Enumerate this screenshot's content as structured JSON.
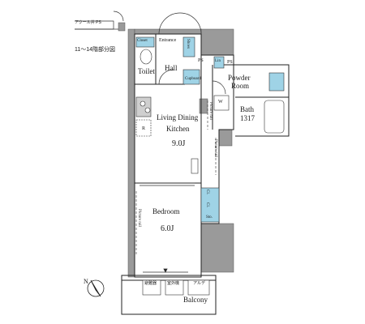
{
  "note": {
    "key_plan_caption": "11〜14階部分図",
    "key_plan_label": "アクール井 PS"
  },
  "rooms": {
    "entrance": "Entrance",
    "closet_top": "Closet",
    "shoes": "Shoes",
    "toilet": "Toilet",
    "hall": "Hall",
    "cupboard": "Cupboard",
    "powder_room_line1": "Powder",
    "powder_room_line2": "Room",
    "bath_line1": "Bath",
    "bath_line2": "1317",
    "ldk_line1": "Living Dining",
    "ldk_line2": "Kitchen",
    "ldk_area": "9.0J",
    "bedroom": "Bedroom",
    "bedroom_area": "6.0J",
    "balcony": "Balcony",
    "cl_1": "Cl.",
    "cl_2": "Cl.",
    "sto": "Sto.",
    "lin": "Lin",
    "washer": "W",
    "fridge": "R"
  },
  "tags": {
    "ps_1": "PS",
    "ps_2": "PS",
    "ps_3": "PS",
    "picture_rail_1": "Picture rail",
    "picture_rail_2": "Picture rail",
    "picture_rail_3": "Picture rail",
    "balcony_box_1": "避難器",
    "balcony_box_2": "室外機",
    "balcony_box_3": "アルデ",
    "north": "N"
  },
  "colors": {
    "wall": "#9a9a9a",
    "fixture": "#9fd3e6",
    "line": "#222222"
  }
}
